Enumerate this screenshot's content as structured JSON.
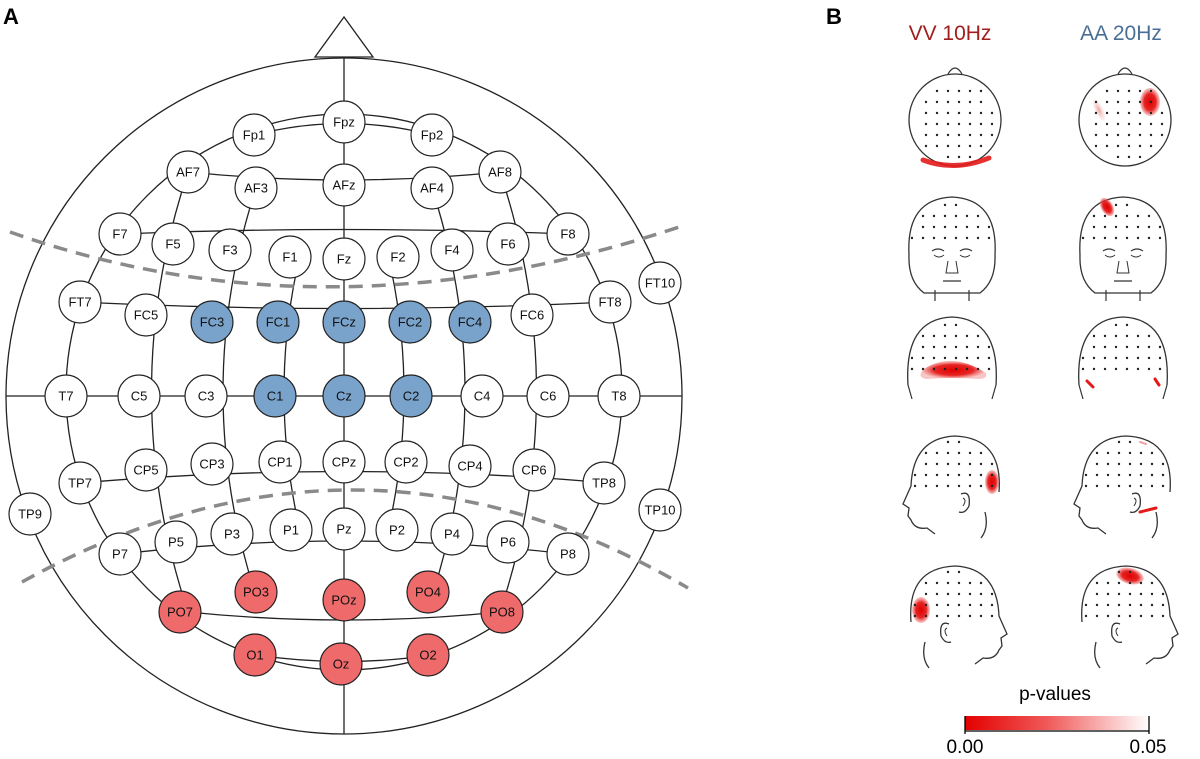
{
  "panel_a_label": "A",
  "panel_b_label": "B",
  "colors": {
    "outline": "#222222",
    "electrode_fill": "#ffffff",
    "blue_fill": "#7aa3cc",
    "red_fill": "#ef6b6b",
    "dashed": "#8a8a8a",
    "vv_title": "#a01e1e",
    "aa_title": "#4a6f96",
    "heat": "#e41a1a"
  },
  "electrodes": [
    {
      "label": "Fpz",
      "group": "none"
    },
    {
      "label": "Fp1",
      "group": "none"
    },
    {
      "label": "Fp2",
      "group": "none"
    },
    {
      "label": "AF7",
      "group": "none"
    },
    {
      "label": "AF8",
      "group": "none"
    },
    {
      "label": "AF3",
      "group": "none"
    },
    {
      "label": "AFz",
      "group": "none"
    },
    {
      "label": "AF4",
      "group": "none"
    },
    {
      "label": "F7",
      "group": "none"
    },
    {
      "label": "F5",
      "group": "none"
    },
    {
      "label": "F3",
      "group": "none"
    },
    {
      "label": "F1",
      "group": "none"
    },
    {
      "label": "Fz",
      "group": "none"
    },
    {
      "label": "F2",
      "group": "none"
    },
    {
      "label": "F4",
      "group": "none"
    },
    {
      "label": "F6",
      "group": "none"
    },
    {
      "label": "F8",
      "group": "none"
    },
    {
      "label": "FT7",
      "group": "none"
    },
    {
      "label": "FC5",
      "group": "none"
    },
    {
      "label": "FC3",
      "group": "blue"
    },
    {
      "label": "FC1",
      "group": "blue"
    },
    {
      "label": "FCz",
      "group": "blue"
    },
    {
      "label": "FC2",
      "group": "blue"
    },
    {
      "label": "FC4",
      "group": "blue"
    },
    {
      "label": "FC6",
      "group": "none"
    },
    {
      "label": "FT8",
      "group": "none"
    },
    {
      "label": "FT10",
      "group": "none"
    },
    {
      "label": "T7",
      "group": "none"
    },
    {
      "label": "C5",
      "group": "none"
    },
    {
      "label": "C3",
      "group": "none"
    },
    {
      "label": "C1",
      "group": "blue"
    },
    {
      "label": "Cz",
      "group": "blue"
    },
    {
      "label": "C2",
      "group": "blue"
    },
    {
      "label": "C4",
      "group": "none"
    },
    {
      "label": "C6",
      "group": "none"
    },
    {
      "label": "T8",
      "group": "none"
    },
    {
      "label": "TP7",
      "group": "none"
    },
    {
      "label": "CP5",
      "group": "none"
    },
    {
      "label": "CP3",
      "group": "none"
    },
    {
      "label": "CP1",
      "group": "none"
    },
    {
      "label": "CPz",
      "group": "none"
    },
    {
      "label": "CP2",
      "group": "none"
    },
    {
      "label": "CP4",
      "group": "none"
    },
    {
      "label": "CP6",
      "group": "none"
    },
    {
      "label": "TP8",
      "group": "none"
    },
    {
      "label": "TP9",
      "group": "none"
    },
    {
      "label": "TP10",
      "group": "none"
    },
    {
      "label": "P7",
      "group": "none"
    },
    {
      "label": "P5",
      "group": "none"
    },
    {
      "label": "P3",
      "group": "none"
    },
    {
      "label": "P1",
      "group": "none"
    },
    {
      "label": "Pz",
      "group": "none"
    },
    {
      "label": "P2",
      "group": "none"
    },
    {
      "label": "P4",
      "group": "none"
    },
    {
      "label": "P6",
      "group": "none"
    },
    {
      "label": "P8",
      "group": "none"
    },
    {
      "label": "PO3",
      "group": "red"
    },
    {
      "label": "POz",
      "group": "red"
    },
    {
      "label": "PO4",
      "group": "red"
    },
    {
      "label": "PO7",
      "group": "red"
    },
    {
      "label": "PO8",
      "group": "red"
    },
    {
      "label": "O1",
      "group": "red"
    },
    {
      "label": "Oz",
      "group": "red"
    },
    {
      "label": "O2",
      "group": "red"
    }
  ],
  "panel_b": {
    "column_titles": [
      "VV 10Hz",
      "AA 20Hz"
    ],
    "views": [
      "top",
      "front",
      "back",
      "left",
      "right"
    ],
    "colorbar": {
      "title": "p-values",
      "min_label": "0.00",
      "max_label": "0.05"
    }
  }
}
